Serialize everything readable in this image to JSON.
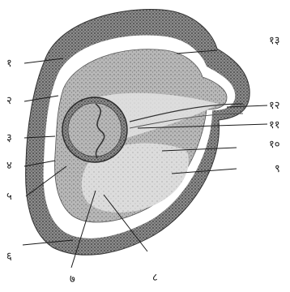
{
  "figure": {
    "labels": [
      {
        "id": "1",
        "text": "१"
      },
      {
        "id": "2",
        "text": "२"
      },
      {
        "id": "3",
        "text": "३"
      },
      {
        "id": "4",
        "text": "४"
      },
      {
        "id": "5",
        "text": "५"
      },
      {
        "id": "6",
        "text": "६"
      },
      {
        "id": "7",
        "text": "७"
      },
      {
        "id": "8",
        "text": "८"
      },
      {
        "id": "9",
        "text": "९"
      },
      {
        "id": "10",
        "text": "१०"
      },
      {
        "id": "11",
        "text": "११"
      },
      {
        "id": "12",
        "text": "१२"
      },
      {
        "id": "13",
        "text": "१३"
      }
    ],
    "colors": {
      "ink": "#1a1a1a",
      "tissue_dark": "#4a4a4a",
      "tissue_mid": "#8a8a8a",
      "tissue_light": "#d6d6d6",
      "cavity": "#ffffff"
    }
  }
}
